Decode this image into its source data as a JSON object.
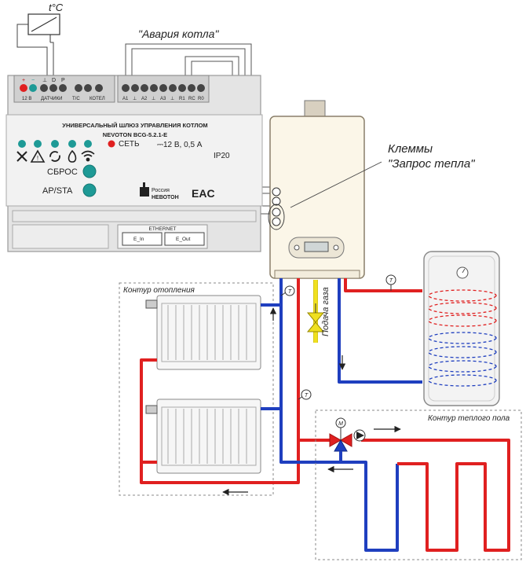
{
  "sensor": {
    "label": "t°C"
  },
  "alarm_label": "\"Авария котла\"",
  "terminals_label": {
    "line1": "Клеммы",
    "line2": "\"Запрос тепла\""
  },
  "gateway": {
    "top_terminals_left": [
      "+",
      "−",
      "⊥",
      "D",
      "P"
    ],
    "top_group_labels": [
      "12 В",
      "ДАТЧИКИ",
      "Т/С",
      "КОТЕЛ"
    ],
    "top_terminals_right": [
      "A1",
      "⊥",
      "A2",
      "⊥",
      "A3",
      "⊥",
      "R1",
      "RC",
      "R0"
    ],
    "title_line1": "УНИВЕРСАЛЬНЫЙ ШЛЮЗ УПРАВЛЕНИЯ КОТЛОМ",
    "title_line2": "NEVOTON BCG-5.2.1-E",
    "net_label": "СЕТЬ",
    "power": "⎓12 В, 0,5 А",
    "ip": "IP20",
    "reset_label": "СБРОС",
    "apsta_label": "AP/STA",
    "brand_country": "Россия",
    "brand_name": "НЕВОТОН",
    "eac": "EAC",
    "ethernet_label": "ETHERNET",
    "eth_in": "E_In",
    "eth_out": "E_Out"
  },
  "heating_circuit_label": "Контур отопления",
  "gas_label": "Подача газа",
  "floor_circuit_label": "Контур теплого пола",
  "temp_symbol": "T",
  "pump_symbol": "M",
  "colors": {
    "supply": "#e02020",
    "return": "#1f3fbf",
    "gas": "#f0e020",
    "accent": "#1e9a96",
    "boiler_fill": "#fbf6e8"
  }
}
